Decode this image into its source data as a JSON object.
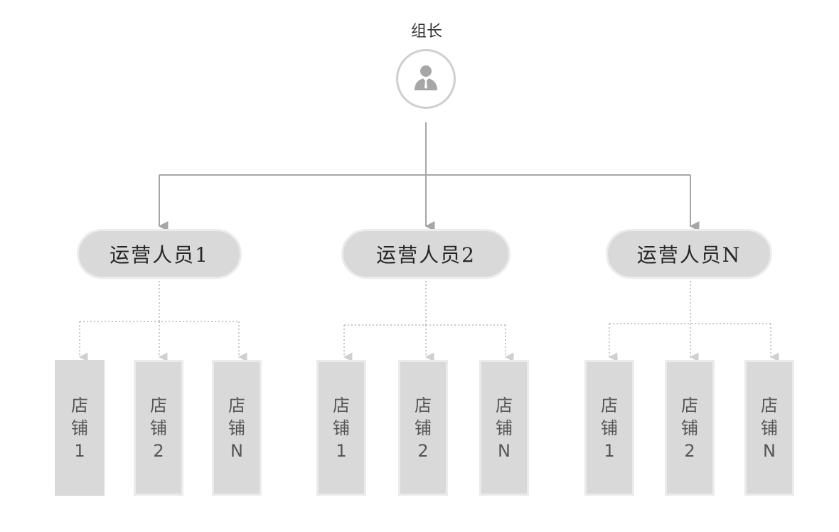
{
  "leader": {
    "label": "组长",
    "icon": "person-icon"
  },
  "colors": {
    "node_fill": "#d9d9d9",
    "node_border": "#ececec",
    "solid_line": "#a6a6a6",
    "dotted_line": "#c8c8c8",
    "avatar_ring": "#cfcfcf",
    "avatar_figure": "#a6a6a6"
  },
  "operators": [
    {
      "label": "运营人员1",
      "stores": [
        "店铺1",
        "店铺2",
        "店铺N"
      ]
    },
    {
      "label": "运营人员2",
      "stores": [
        "店铺1",
        "店铺2",
        "店铺N"
      ]
    },
    {
      "label": "运营人员N",
      "stores": [
        "店铺1",
        "店铺2",
        "店铺N"
      ]
    }
  ]
}
